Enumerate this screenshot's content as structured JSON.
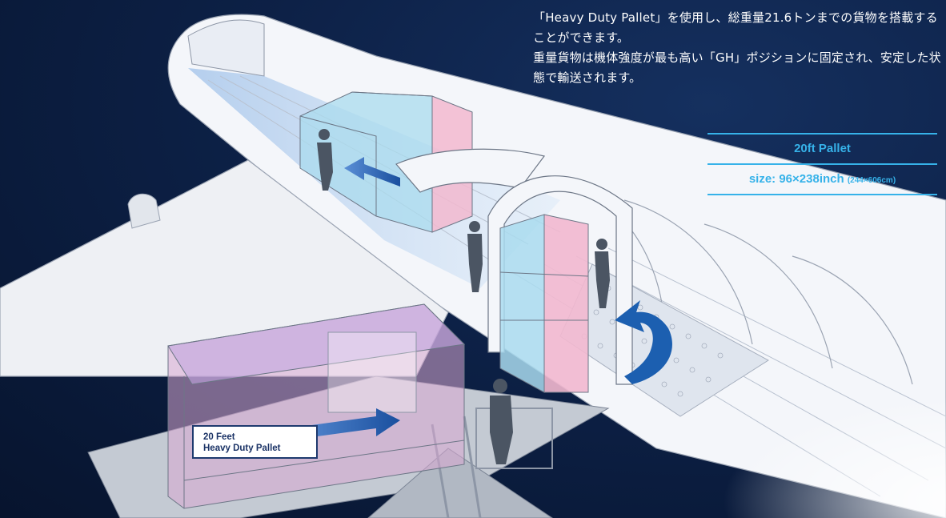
{
  "description": {
    "paragraph1": "「Heavy Duty Pallet」を使用し、総重量21.6トンまでの貨物を搭載することができます。",
    "paragraph2": "重量貨物は機体強度が最も高い「GH」ポジションに固定され、安定した状態で輸送されます。"
  },
  "spec": {
    "name": "20ft Pallet",
    "size_main": "size: 96×238inch",
    "size_metric": "(244×606cm)"
  },
  "pallet_tag": {
    "line1": "20 Feet",
    "line2": "Heavy Duty Pallet"
  },
  "colors": {
    "background": "#0d2147",
    "accent": "#36b2e9",
    "cargo_pink": "#f2b8cf",
    "cargo_blue": "#a9dbee",
    "arrow_blue": "#1c5fb0"
  }
}
